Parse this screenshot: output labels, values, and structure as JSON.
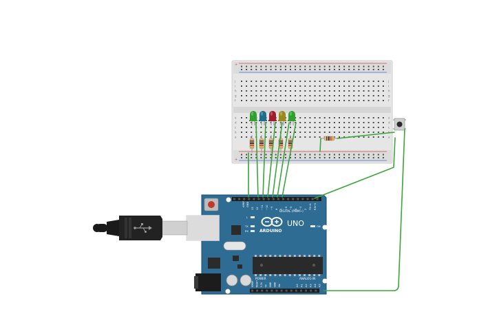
{
  "board": {
    "brand_label": "ARDUINO",
    "model_label": "UNO",
    "digital_label": "DIGITAL (PWM~)",
    "power_label": "POWER",
    "analog_label": "ANALOG IN",
    "on_label": "ON",
    "l_label": "L",
    "tx_label": "TX",
    "rx_label": "RX",
    "aref_label": "AREF",
    "gnd_label": "GND",
    "digital_pins": [
      "13",
      "12",
      "~11",
      "~10",
      "~9",
      "8",
      "7",
      "~6",
      "~5",
      "4",
      "~3",
      "2",
      "TX→1",
      "RX←0"
    ],
    "power_pins": [
      "IOREF",
      "RESET",
      "3.3V",
      "5V",
      "GND",
      "GND",
      "Vin"
    ],
    "analog_pins": [
      "A0",
      "A1",
      "A2",
      "A3",
      "A4",
      "A5"
    ]
  },
  "breadboard": {
    "row_letters_top": [
      "j",
      "i",
      "h",
      "g",
      "f"
    ],
    "row_letters_bottom": [
      "e",
      "d",
      "c",
      "b",
      "a"
    ]
  },
  "colors": {
    "board": "#2f6c93",
    "wire": "#3aa53a",
    "led_green": "#2ea12e",
    "led_blue": "#1f6e8c",
    "led_red": "#a11d2b",
    "led_yellow": "#9a8a1a",
    "rail_red": "#d84a4a",
    "rail_blue": "#4a6fd8"
  },
  "leds": [
    {
      "color": "green"
    },
    {
      "color": "blue"
    },
    {
      "color": "red"
    },
    {
      "color": "yellow"
    },
    {
      "color": "green"
    }
  ]
}
